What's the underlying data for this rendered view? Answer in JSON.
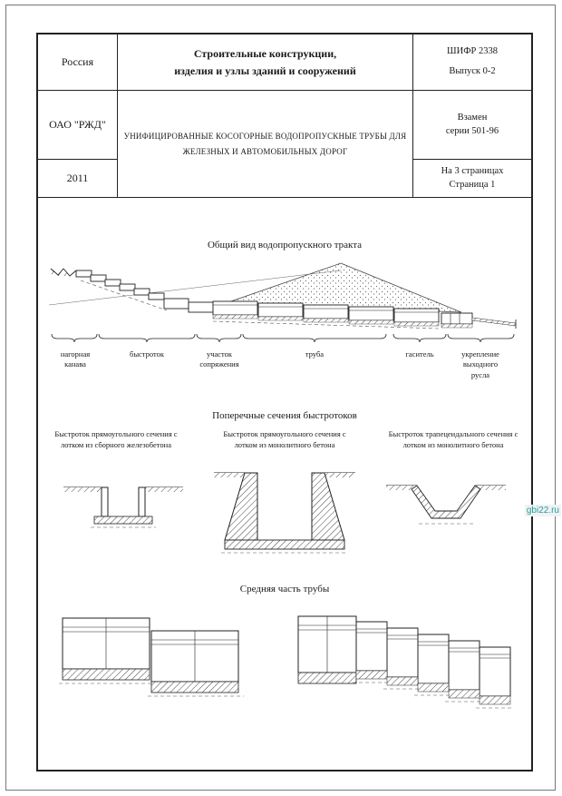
{
  "page": {
    "watermark": {
      "text": "gbi22.ru",
      "color": "#1d9e9e"
    }
  },
  "title_block": {
    "country": "Россия",
    "organization": "ОАО \"РЖД\"",
    "year": "2011",
    "series_title": "Строительные конструкции,\nизделия и узлы зданий и сооружений",
    "document_title": "УНИФИЦИРОВАННЫЕ КОСОГОРНЫЕ ВОДОПРОПУСКНЫЕ ТРУБЫ ДЛЯ\nЖЕЛЕЗНЫХ И АВТОМОБИЛЬНЫХ ДОРОГ",
    "cipher": "ШИФР 2338",
    "issue": "Выпуск 0-2",
    "replaces_line1": "Взамен",
    "replaces_line2": "серии 501-96",
    "pages_line1": "На 3 страницах",
    "pages_line2": "Страница 1"
  },
  "sections": {
    "general_view": {
      "title": "Общий вид водопропускного тракта",
      "labels": [
        "нагорная\nканава",
        "быстроток",
        "участок\nсопряжения",
        "труба",
        "гаситель",
        "укрепление\nвыходного\nрусла"
      ]
    },
    "cross_sections": {
      "title": "Поперечные сечения быстротоков",
      "captions": [
        "Быстроток прямоугольного сечения с\nлотком из сборного железобетона",
        "Быстроток прямоугольного сечения с\nлотком из монолитного бетона",
        "Быстроток трапецеидального сечения с\nлотком из монолитного бетона"
      ]
    },
    "middle_part": {
      "title": "Средняя часть трубы"
    }
  }
}
